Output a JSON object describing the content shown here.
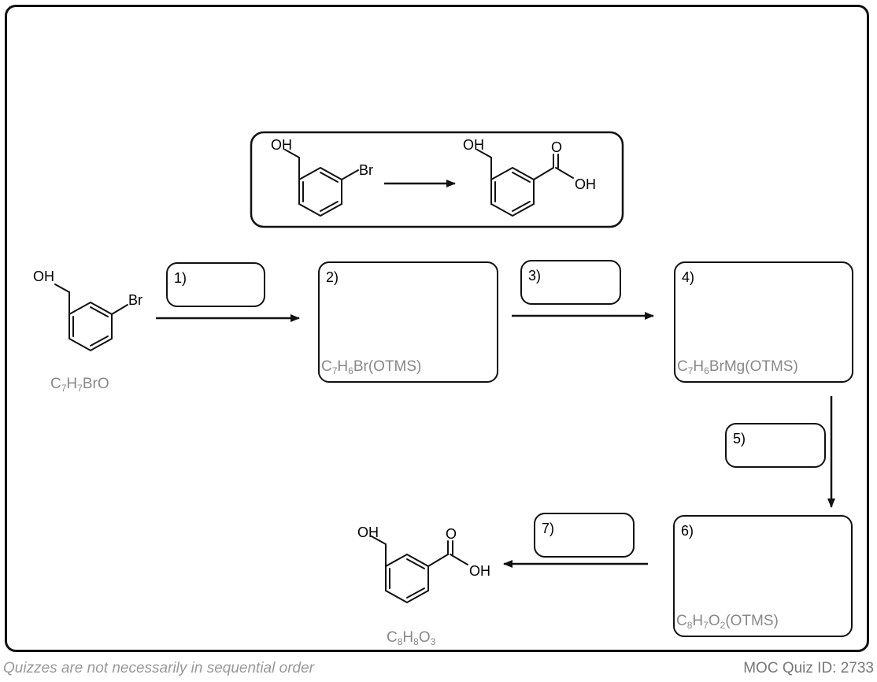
{
  "overview": {
    "start_labels": {
      "oh": "OH",
      "br": "Br"
    },
    "product_labels": {
      "oh1": "OH",
      "o": "O",
      "oh2": "OH"
    }
  },
  "start_material": {
    "labels": {
      "oh": "OH",
      "br": "Br"
    },
    "formula": {
      "c": "C",
      "c_n": "7",
      "h": "H",
      "h_n": "7",
      "rest": "BrO"
    }
  },
  "steps": [
    {
      "label": "1)"
    },
    {
      "label": "2)",
      "formula": {
        "c": "C",
        "c_n": "7",
        "h": "H",
        "h_n": "6",
        "rest": "Br(OTMS)"
      }
    },
    {
      "label": "3)"
    },
    {
      "label": "4)",
      "formula": {
        "c": "C",
        "c_n": "7",
        "h": "H",
        "h_n": "6",
        "rest": "BrMg(OTMS)"
      }
    },
    {
      "label": "5)"
    },
    {
      "label": "6)",
      "formula": {
        "c": "C",
        "c_n": "8",
        "h": "H",
        "h_n": "7",
        "o": "O",
        "o_n": "2",
        "rest": "(OTMS)"
      }
    },
    {
      "label": "7)"
    }
  ],
  "final_product": {
    "labels": {
      "oh1": "OH",
      "o": "O",
      "oh2": "OH"
    },
    "formula": {
      "c": "C",
      "c_n": "8",
      "h": "H",
      "h_n": "8",
      "o": "O",
      "o_n": "3"
    }
  },
  "footer": {
    "note": "Quizzes are not necessarily in sequential order",
    "quiz_id": "MOC Quiz ID: 2733"
  },
  "colors": {
    "line": "#111111",
    "formula_gray": "#888888"
  }
}
